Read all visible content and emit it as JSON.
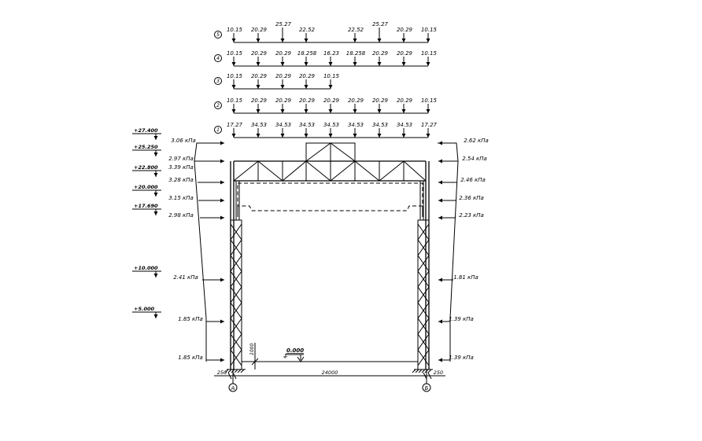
{
  "load_cases": [
    {
      "id": "5",
      "values": [
        "10.15",
        "20.29",
        "25.27",
        "22.52",
        "22.52",
        "25.27",
        "20.29",
        "10.15"
      ]
    },
    {
      "id": "4",
      "values": [
        "10.15",
        "20.29",
        "20.29",
        "18.258",
        "16.23",
        "18.258",
        "20.29",
        "20.29",
        "10.15"
      ]
    },
    {
      "id": "3",
      "values": [
        "10.15",
        "20.29",
        "20.29",
        "20.29",
        "10.15"
      ]
    },
    {
      "id": "2",
      "values": [
        "10.15",
        "20.29",
        "20.29",
        "20.29",
        "20.29",
        "20.29",
        "20.29",
        "20.29",
        "10.15"
      ]
    },
    {
      "id": "1",
      "values": [
        "17.27",
        "34.53",
        "34.53",
        "34.53",
        "34.53",
        "34.53",
        "34.53",
        "34.53",
        "17.27"
      ]
    }
  ],
  "elevations": [
    "+27.400",
    "+25.250",
    "+22.800",
    "+20.000",
    "+17.690",
    "+10.000",
    "+5.000"
  ],
  "wind_left": [
    "3.06 кПа",
    "2.97 кПа",
    "3.39 кПа",
    "3.28 кПа",
    "3.15 кПа",
    "2.98 кПа",
    "2.41 кПа",
    "1.85 кПа",
    "1.85 кПа"
  ],
  "wind_right": [
    "2.62 кПа",
    "2.54 кПа",
    "2.46 кПа",
    "2.36 кПа",
    "2.23 кПа",
    "1.81 кПа",
    "1.39 кПа",
    "1.39 кПа"
  ],
  "dimensions": {
    "span": "24000",
    "offset_left": "250",
    "offset_right": "250",
    "base_height": "1000"
  },
  "ground_level": "0.000",
  "axes": {
    "left": "А",
    "right": "Б"
  }
}
